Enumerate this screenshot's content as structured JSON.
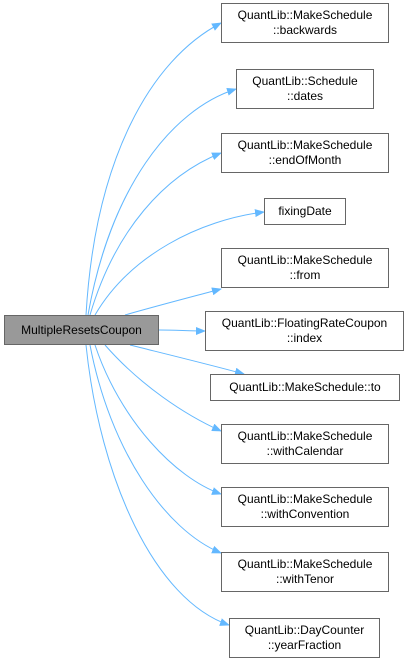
{
  "root": {
    "label": "MultipleResetsCoupon"
  },
  "edge_color": "#63b8ff",
  "targets": [
    {
      "line1": "QuantLib::MakeSchedule",
      "line2": "::backwards"
    },
    {
      "line1": "QuantLib::Schedule",
      "line2": "::dates"
    },
    {
      "line1": "QuantLib::MakeSchedule",
      "line2": "::endOfMonth"
    },
    {
      "line1": "fixingDate",
      "line2": ""
    },
    {
      "line1": "QuantLib::MakeSchedule",
      "line2": "::from"
    },
    {
      "line1": "QuantLib::FloatingRateCoupon",
      "line2": "::index"
    },
    {
      "line1": "QuantLib::MakeSchedule::to",
      "line2": ""
    },
    {
      "line1": "QuantLib::MakeSchedule",
      "line2": "::withCalendar"
    },
    {
      "line1": "QuantLib::MakeSchedule",
      "line2": "::withConvention"
    },
    {
      "line1": "QuantLib::MakeSchedule",
      "line2": "::withTenor"
    },
    {
      "line1": "QuantLib::DayCounter",
      "line2": "::yearFraction"
    }
  ]
}
